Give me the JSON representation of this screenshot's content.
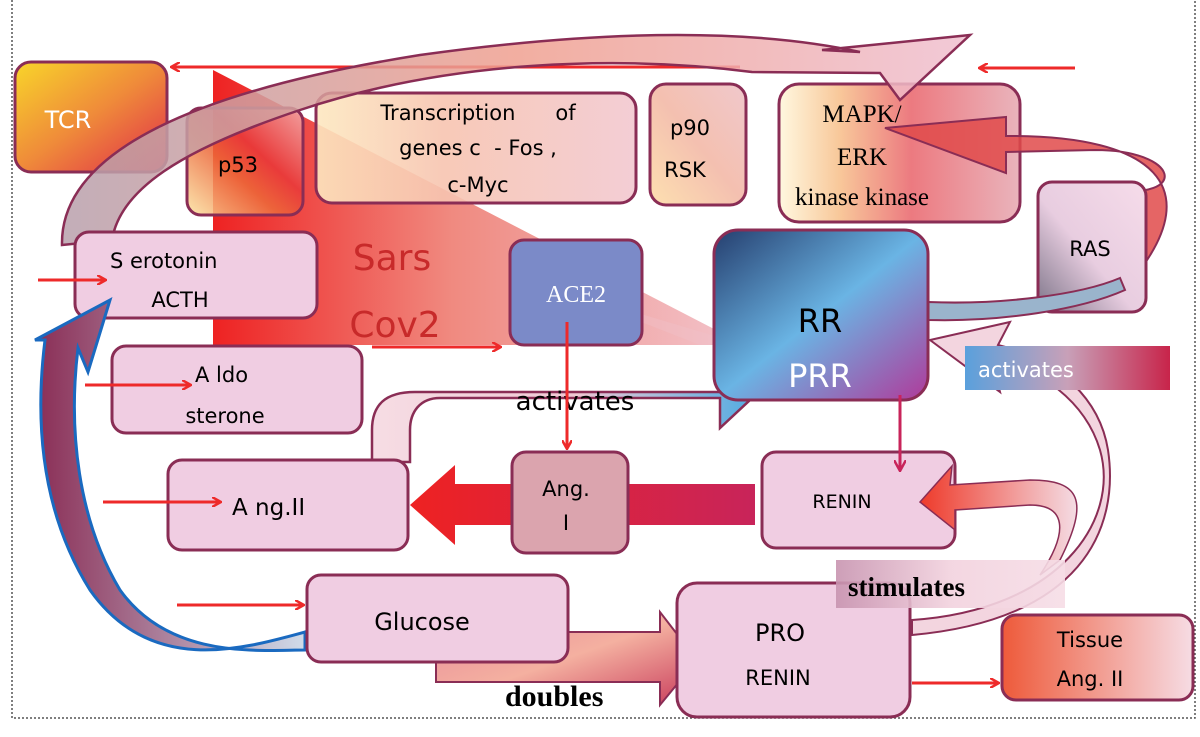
{
  "nodes": {
    "tcr": "TCR",
    "p53": "p53",
    "transcription": [
      "Transcription      of",
      "genes c  - Fos ,",
      "c-Myc"
    ],
    "p90rsk": [
      "p90",
      "RSK"
    ],
    "mapk": [
      "MAPK/",
      "ERK",
      "kinase kinase"
    ],
    "ras": "RAS",
    "serotonin": [
      "S erotonin",
      "ACTH"
    ],
    "sars": [
      "Sars",
      "Cov2"
    ],
    "ace2": "ACE2",
    "rr": "RR",
    "prr": "PRR",
    "aldosterone": [
      "A ldo",
      "sterone"
    ],
    "ang1": [
      "Ang.",
      "I"
    ],
    "ang2": "A ng.II",
    "renin": "RENIN",
    "glucose": "Glucose",
    "prorenin": [
      "PRO",
      "RENIN"
    ],
    "tissue_ang2": [
      "Tissue",
      "Ang. II"
    ]
  },
  "labels": {
    "activates_right": "activates",
    "activates_center": "activates",
    "stimulates": "stimulates",
    "doubles": "doubles"
  },
  "colors": {
    "arrow_red": "#ee2a2a",
    "box_border": "#8a2d55",
    "box_fill": "#f0cde2",
    "ace2_fill": "#7b8ac8",
    "crimson": "#c8245a"
  }
}
